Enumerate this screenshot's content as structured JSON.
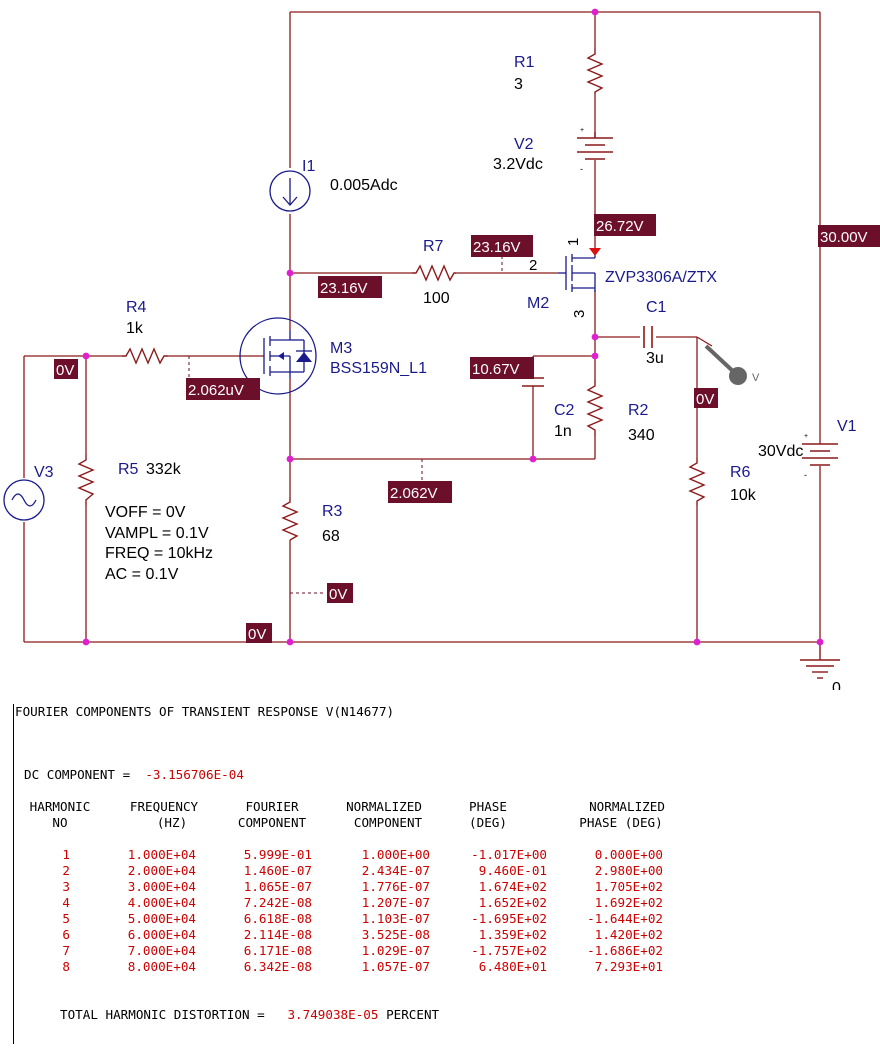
{
  "schematic": {
    "components": {
      "r1": {
        "ref": "R1",
        "value": "3"
      },
      "v2": {
        "ref": "V2",
        "value": "3.2Vdc"
      },
      "i1": {
        "ref": "I1",
        "value": "0.005Adc"
      },
      "r7": {
        "ref": "R7",
        "value": "100"
      },
      "m2": {
        "ref": "M2",
        "value": "ZVP3306A/ZTX",
        "pin1": "1",
        "pin2": "2",
        "pin3": "3"
      },
      "c1": {
        "ref": "C1",
        "value": "3u"
      },
      "r4": {
        "ref": "R4",
        "value": "1k"
      },
      "m3": {
        "ref": "M3",
        "value": "BSS159N_L1"
      },
      "c2": {
        "ref": "C2",
        "value": "1n"
      },
      "r2": {
        "ref": "R2",
        "value": "340"
      },
      "v1": {
        "ref": "V1",
        "value": "30Vdc"
      },
      "v3": {
        "ref": "V3",
        "params": [
          "VOFF = 0V",
          "VAMPL = 0.1V",
          "FREQ = 10kHz",
          "AC = 0.1V"
        ]
      },
      "r5": {
        "ref": "R5",
        "value": "332k"
      },
      "r3": {
        "ref": "R3",
        "value": "68"
      },
      "r6": {
        "ref": "R6",
        "value": "10k"
      },
      "gnd": {
        "label": "0"
      },
      "probe": {
        "label": "V"
      }
    },
    "voltages": {
      "m2_source": "26.72V",
      "v1_top": "30.00V",
      "m2_gate": "23.16V",
      "r7_left": "23.16V",
      "input": "0V",
      "m3_gate": "2.062uV",
      "m2_drain": "10.67V",
      "c1_out": "0V",
      "m3_source": "2.062V",
      "r3_bottom": "0V",
      "ground": "0V"
    },
    "colors": {
      "wire": "#8c1a1a",
      "node": "#e020d0",
      "badge": "#6b0f2b",
      "ref_text": "#1a1a8c",
      "output_red": "#cc0000"
    }
  },
  "output": {
    "title": "FOURIER COMPONENTS OF TRANSIENT RESPONSE V(N14677)",
    "dc_label": "DC COMPONENT =",
    "dc_value": "-3.156706E-04",
    "headers": {
      "harmonic": [
        "HARMONIC",
        "NO"
      ],
      "frequency": [
        "FREQUENCY",
        "(HZ)"
      ],
      "fourier": [
        "FOURIER",
        "COMPONENT"
      ],
      "normalized": [
        "NORMALIZED",
        "COMPONENT"
      ],
      "phase": [
        "PHASE",
        "(DEG)"
      ],
      "norm_phase": [
        "NORMALIZED",
        "PHASE (DEG)"
      ]
    },
    "rows": [
      [
        "1",
        "1.000E+04",
        "5.999E-01",
        "1.000E+00",
        "-1.017E+00",
        "0.000E+00"
      ],
      [
        "2",
        "2.000E+04",
        "1.460E-07",
        "2.434E-07",
        "9.460E-01",
        "2.980E+00"
      ],
      [
        "3",
        "3.000E+04",
        "1.065E-07",
        "1.776E-07",
        "1.674E+02",
        "1.705E+02"
      ],
      [
        "4",
        "4.000E+04",
        "7.242E-08",
        "1.207E-07",
        "1.652E+02",
        "1.692E+02"
      ],
      [
        "5",
        "5.000E+04",
        "6.618E-08",
        "1.103E-07",
        "-1.695E+02",
        "-1.644E+02"
      ],
      [
        "6",
        "6.000E+04",
        "2.114E-08",
        "3.525E-08",
        "1.359E+02",
        "1.420E+02"
      ],
      [
        "7",
        "7.000E+04",
        "6.171E-08",
        "1.029E-07",
        "-1.757E+02",
        "-1.686E+02"
      ],
      [
        "8",
        "8.000E+04",
        "6.342E-08",
        "1.057E-07",
        "6.480E+01",
        "7.293E+01"
      ]
    ],
    "thd_label": "TOTAL HARMONIC DISTORTION =",
    "thd_value": "3.749038E-05",
    "thd_unit": "PERCENT"
  }
}
